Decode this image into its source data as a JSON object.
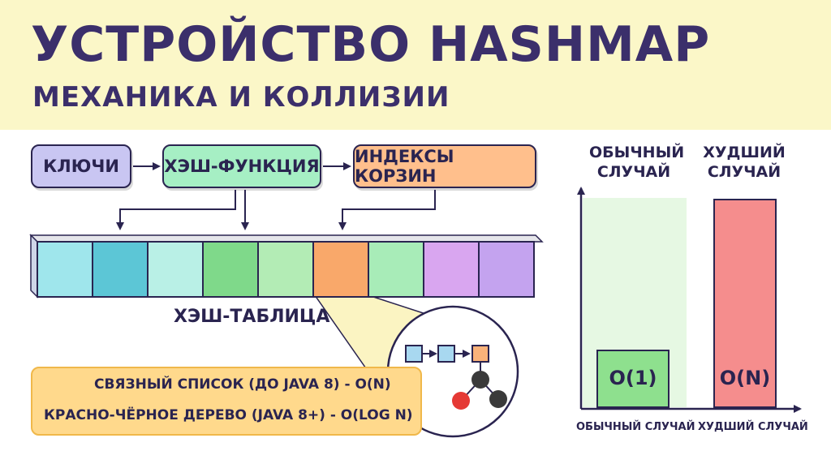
{
  "header": {
    "title": "УСТРОЙСТВО HASHMAP",
    "subtitle": "МЕХАНИКА И КОЛЛИЗИИ"
  },
  "flow": {
    "keys": "КЛЮЧИ",
    "hash_function": "ХЭШ-ФУНКЦИЯ",
    "bucket_indices": "ИНДЕКСЫ КОРЗИН"
  },
  "table": {
    "label": "ХЭШ-ТАБЛИЦА",
    "bucket_colors": [
      "#9fe6ec",
      "#5cc6d6",
      "#b9f0e6",
      "#7fd98a",
      "#b3ecb5",
      "#f9a86a",
      "#a8ecb8",
      "#d9a6f0",
      "#c4a3ef"
    ],
    "highlight_index": 5
  },
  "notes": {
    "line1": "СВЯЗНЫЙ СПИСОК (ДО JAVA 8) - O(N)",
    "line2": "КРАСНО-ЧЁРНОЕ ДЕРЕВО (JAVA 8+) - O(LOG N)"
  },
  "comparison": {
    "normal_title_1": "ОБЫЧНЫЙ",
    "normal_title_2": "СЛУЧАЙ",
    "worst_title_1": "ХУДШИЙ",
    "worst_title_2": "СЛУЧАЙ",
    "normal_value": "O(1)",
    "worst_value": "O(N)",
    "normal_axis": "ОБЫЧНЫЙ СЛУЧАЙ",
    "worst_axis": "ХУДШИЙ СЛУЧАЙ"
  },
  "colors": {
    "keys": "#c9c6f2",
    "hash_function": "#a6efc4",
    "bucket_indices": "#ffbf8c",
    "chain_node": "#a8d8f0",
    "chain_last": "#f9b27a",
    "tree_black": "#3a3a3a",
    "tree_red": "#e53935",
    "worst_bar": "#f58d8d",
    "normal_bar": "#8ee08e",
    "normal_bg": "#e6f8e3"
  }
}
